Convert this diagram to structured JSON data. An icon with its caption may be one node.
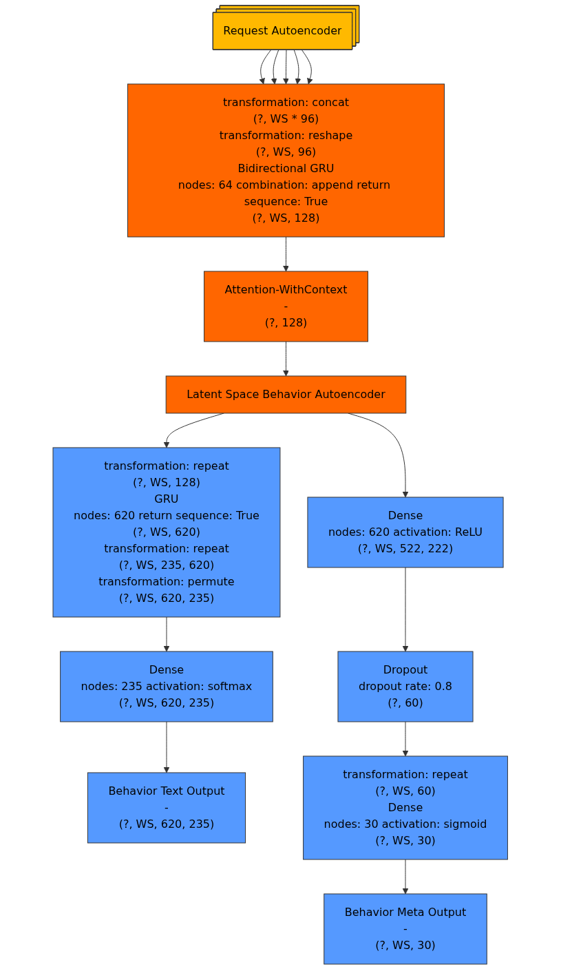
{
  "diagram": {
    "nodes": [
      {
        "text": [
          "Request Autoencoder"
        ]
      },
      {
        "text": [
          "transformation: concat",
          "(?, WS * 96)",
          "transformation: reshape",
          "(?, WS, 96)",
          "Bidirectional GRU",
          "nodes: 64 combination: append return sequence: True",
          "(?, WS, 128)"
        ]
      },
      {
        "text": [
          "Attention-WithContext",
          "-",
          "(?, 128)"
        ]
      },
      {
        "text": [
          "Latent Space Behavior Autoencoder"
        ]
      },
      {
        "text": [
          "transformation: repeat",
          "(?, WS, 128)",
          "GRU",
          "nodes: 620 return sequence: True",
          "(?, WS, 620)",
          "transformation: repeat",
          "(?, WS, 235, 620)",
          "transformation: permute",
          "(?, WS, 620, 235)"
        ]
      },
      {
        "text": [
          "Dense",
          "nodes: 620 activation: ReLU",
          "(?, WS, 522, 222)"
        ]
      },
      {
        "text": [
          "Dense",
          "nodes: 235 activation: softmax",
          "(?, WS, 620, 235)"
        ]
      },
      {
        "text": [
          "Dropout",
          "dropout rate: 0.8",
          "(?, 60)"
        ]
      },
      {
        "text": [
          "Behavior Text Output",
          "-",
          "(?, WS, 620, 235)"
        ]
      },
      {
        "text": [
          "transformation: repeat",
          "(?, WS, 60)",
          "Dense",
          "nodes: 30 activation: sigmoid",
          "(?, WS, 30)"
        ]
      },
      {
        "text": [
          "Behavior Meta Output",
          "-",
          "(?, WS, 30)"
        ]
      }
    ],
    "edges": [
      {
        "from": 0,
        "to": 1,
        "arrow": "to"
      },
      {
        "from": 0,
        "to": 1,
        "arrow": "to"
      },
      {
        "from": 0,
        "to": 1,
        "arrow": "to"
      },
      {
        "from": 0,
        "to": 1,
        "arrow": "to"
      },
      {
        "from": 0,
        "to": 1,
        "arrow": "to"
      },
      {
        "from": 1,
        "to": 2,
        "arrow": "to"
      },
      {
        "from": 2,
        "to": 3,
        "arrow": "to"
      },
      {
        "from": 3,
        "to": 4,
        "arrow": "to"
      },
      {
        "from": 3,
        "to": 5,
        "arrow": "to"
      },
      {
        "from": 4,
        "to": 6,
        "arrow": "to"
      },
      {
        "from": 5,
        "to": 7,
        "arrow": "to"
      },
      {
        "from": 6,
        "to": 8,
        "arrow": "to"
      },
      {
        "from": 7,
        "to": 9,
        "arrow": "to"
      },
      {
        "from": 9,
        "to": 10,
        "arrow": "to"
      }
    ]
  }
}
